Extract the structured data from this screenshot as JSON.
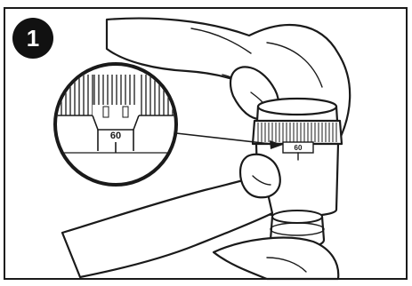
{
  "step": {
    "number": "1"
  },
  "dial": {
    "zoom_value": "60",
    "body_value": "60"
  }
}
